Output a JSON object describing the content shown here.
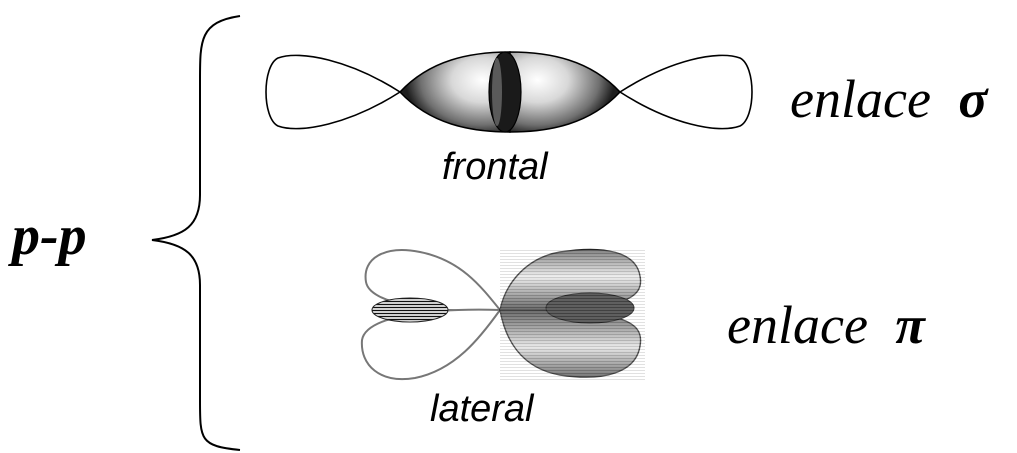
{
  "diagram": {
    "group_label": "p-p",
    "sigma": {
      "overlap_label": "frontal",
      "bond_prefix": "enlace",
      "bond_symbol": "σ"
    },
    "pi": {
      "overlap_label": "lateral",
      "bond_prefix": "enlace",
      "bond_symbol": "π"
    }
  }
}
